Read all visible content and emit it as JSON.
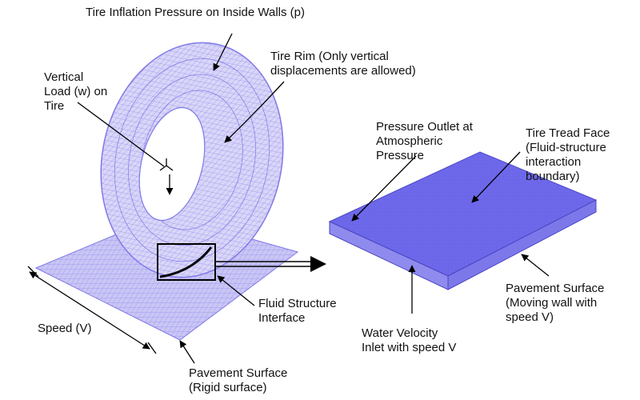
{
  "labels": {
    "inflation": [
      "Tire Inflation Pressure on Inside Walls (p)"
    ],
    "rim": [
      "Tire Rim (Only vertical",
      "displacements are allowed)"
    ],
    "load": [
      "Vertical",
      "Load (w) on",
      "Tire"
    ],
    "outlet": [
      "Pressure Outlet at",
      "Atmospheric",
      "Pressure"
    ],
    "tread": [
      "Tire Tread Face",
      "(Fluid-structure",
      "interaction",
      "boundary)"
    ],
    "fsi": [
      "Fluid Structure",
      "Interface"
    ],
    "speed": [
      "Speed (V)"
    ],
    "pavement_rigid": [
      "Pavement Surface",
      "(Rigid surface)"
    ],
    "pavement_moving": [
      "Pavement Surface",
      "(Moving wall with",
      "speed V)"
    ],
    "inlet": [
      "Water Velocity",
      "Inlet with speed V"
    ]
  },
  "colors": {
    "mesh": "#7f78e6",
    "mesh_light": "#b3aef2",
    "fluid_top": "#6e69ea",
    "fluid_side": "#8f8bee",
    "arrow": "#000000"
  }
}
